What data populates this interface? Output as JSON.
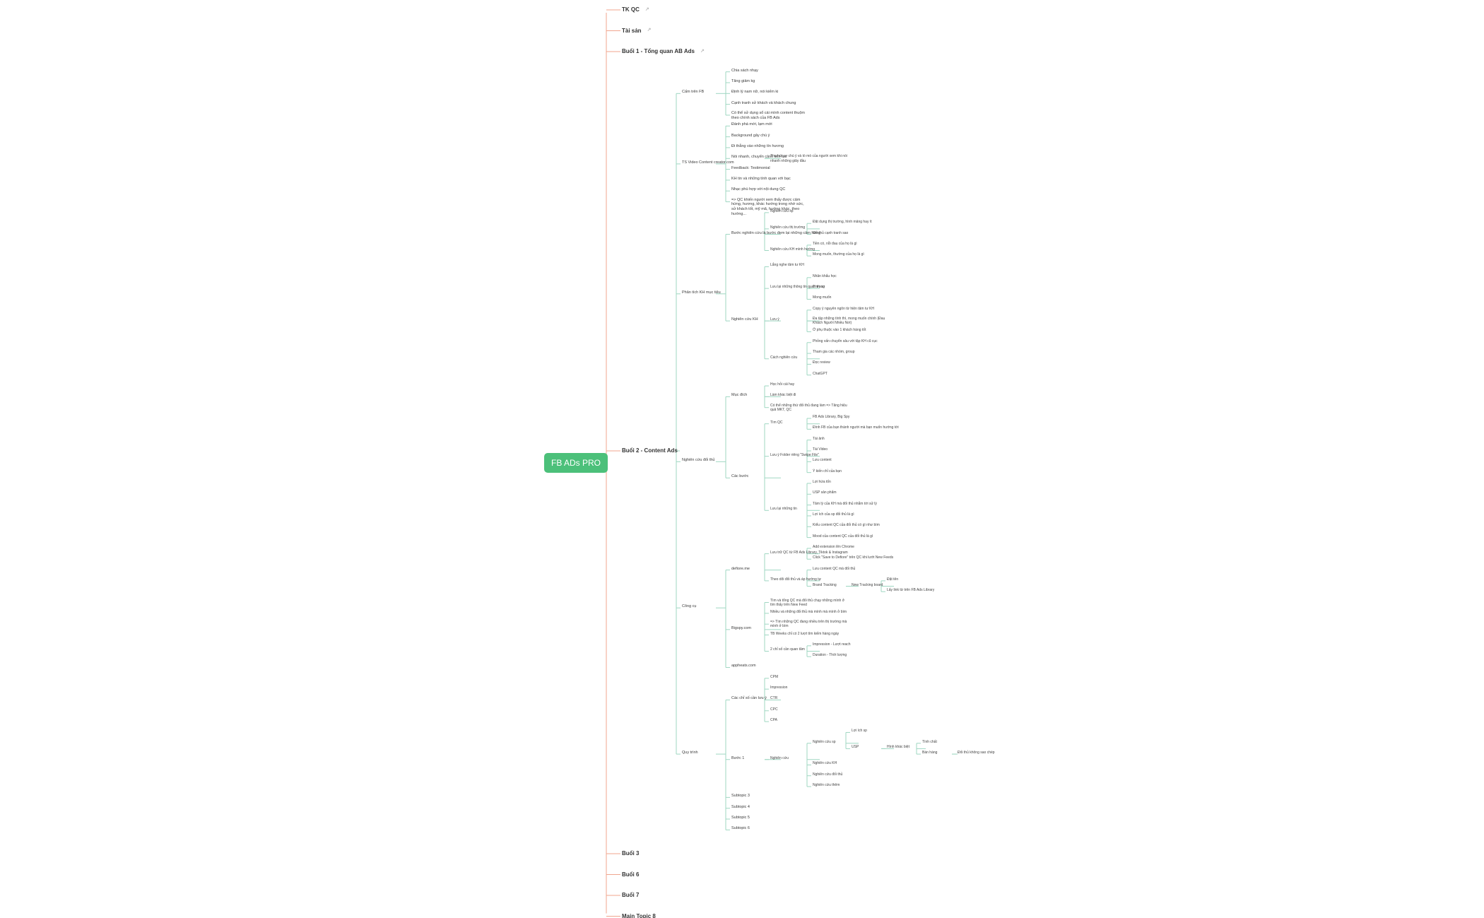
{
  "accent_root": "#4CC07A",
  "accent_main": "#F0A58E",
  "accent_sub": "#9FD7C2",
  "root": {
    "label": "FB ADs PRO"
  },
  "mindmap": {
    "label": "FB ADs PRO",
    "children": [
      {
        "label": "TK QC",
        "icon": "link-icon"
      },
      {
        "label": "Tài sản",
        "icon": "link-icon"
      },
      {
        "label": "Buổi 1 - Tổng quan AB Ads",
        "icon": "link-icon"
      },
      {
        "label": "Buổi 2 - Content Ads",
        "children": [
          {
            "label": "Cấm trên FB",
            "children": [
              {
                "label": "Chia sách nhạy"
              },
              {
                "label": "Tăng giảm kg"
              },
              {
                "label": "Định lý nam nữ, nói kiếm ki"
              },
              {
                "label": "Cạnh tranh sử khách và khách chung"
              },
              {
                "label": "Có thể sử dụng sổ cái mình content thuộm theo chính sách của FB Ads"
              }
            ]
          },
          {
            "label": "TS Video Content creator.com",
            "children": [
              {
                "label": "Đánh phá mới, lạm mới"
              },
              {
                "label": "Background gây chú ý"
              },
              {
                "label": "Đi thẳng vào những tín hương"
              },
              {
                "label": "Nói nhanh, chuyển cảnh liên tục",
                "children": [
                  {
                    "label": "Thu hút sự chú ý và tò mò của người xem khi nói nhanh những giây đầu"
                  }
                ]
              },
              {
                "label": "Feedback: Testimonial"
              },
              {
                "label": "KH tin và những tính quan với bạc"
              },
              {
                "label": "Nhạc phù hợp với nội dung QC"
              },
              {
                "label": "=> QC khiến người xem thấy được cảm hứng, hương, khác hướng trong nhớ sức, sử khách tốt, mỹ mã, hướng khác, theo hướng..."
              }
            ]
          },
          {
            "label": "Phân tích KH mục tiêu",
            "children": [
              {
                "label": "Bước nghiên cứu là bước đem lại những cảm hứng",
                "children": [
                  {
                    "label": "Nghiên cứu sp"
                  },
                  {
                    "label": "Nghiên cứu thị trường",
                    "children": [
                      {
                        "label": "Đặt dụng thị trường, hình mảng hay ít"
                      },
                      {
                        "label": "Đối thủ cạnh tranh sao"
                      }
                    ]
                  },
                  {
                    "label": "Nghiên cứu KH mình hướng",
                    "children": [
                      {
                        "label": "Tiền có, nỗi đau của họ là gì"
                      },
                      {
                        "label": "Mong muốn, thường của họ là gì"
                      }
                    ]
                  }
                ]
              },
              {
                "label": "Nghiên cứu KH",
                "children": [
                  {
                    "label": "Lắng nghe tâm tư KH"
                  },
                  {
                    "label": "Lưu lại những thông tin quan trọng",
                    "children": [
                      {
                        "label": "Nhân khẩu học"
                      },
                      {
                        "label": "Tính cơ"
                      },
                      {
                        "label": "Mong muốn"
                      }
                    ]
                  },
                  {
                    "label": "Lưu ý",
                    "children": [
                      {
                        "label": "Copy ý nguyên ngôn từ hiện tâm tư KH"
                      },
                      {
                        "label": "Đa tập những tính thì, mong muốn chính (Đau Khách Người Nhiều Nơi)"
                      },
                      {
                        "label": "Ở phụ thuộc vào 1 khách hàng tốt"
                      }
                    ]
                  },
                  {
                    "label": "Cách nghiên cứu",
                    "children": [
                      {
                        "label": "Phỏng vấn chuyển sâu với tập KH cũ cục"
                      },
                      {
                        "label": "Tham gia các nhóm, group"
                      },
                      {
                        "label": "Đọc review"
                      },
                      {
                        "label": "ChatGPT"
                      }
                    ]
                  }
                ]
              }
            ]
          },
          {
            "label": "Nghiên cứu đối thủ",
            "children": [
              {
                "label": "Mục đích",
                "children": [
                  {
                    "label": "Học hỏi cái hay"
                  },
                  {
                    "label": "Làm khác biệt đi"
                  },
                  {
                    "label": "Có thể những thứ đối thủ đang làm => Tăng hiệu quả MKT, QC"
                  }
                ]
              },
              {
                "label": "Các bước",
                "children": [
                  {
                    "label": "Tìm QC",
                    "children": [
                      {
                        "label": "FB Ads Library, Big Spy"
                      },
                      {
                        "label": "Đính FB của bạn thành người mà bạn muốn hướng tới"
                      }
                    ]
                  },
                  {
                    "label": "Lưu ý Folder riêng \"Swipe File\"",
                    "children": [
                      {
                        "label": "Tài ảnh"
                      },
                      {
                        "label": "Tài Video"
                      },
                      {
                        "label": "Lưu content"
                      },
                      {
                        "label": "Ý kiến chỉ của bạn"
                      }
                    ]
                  },
                  {
                    "label": "Lưu lại những tin",
                    "children": [
                      {
                        "label": "Lợi hứa tốn"
                      },
                      {
                        "label": "USP sản phẩm"
                      },
                      {
                        "label": "Tâm lý của KH mà đối thủ nhắm tới sử lý"
                      },
                      {
                        "label": "Lợi ích của sp đối thủ là gì"
                      },
                      {
                        "label": "Kiểu content QC của đối thủ có gì như bìm"
                      },
                      {
                        "label": "Mood của content QC của đối thủ là gì"
                      }
                    ]
                  }
                ]
              }
            ]
          },
          {
            "label": "Công cụ",
            "children": [
              {
                "label": "defiore.me",
                "children": [
                  {
                    "label": "Lưu trữ QC từ FB Ads Library, Tiktok & Instagram",
                    "children": [
                      {
                        "label": "Add extension lên Chrome"
                      },
                      {
                        "label": "Click \"Save to Defiore\" trên QC khi lướt New Feeds"
                      }
                    ]
                  },
                  {
                    "label": "Theo dõi đối thủ và áp hướng tự",
                    "children": [
                      {
                        "label": "Lưu content QC mà đối thủ"
                      },
                      {
                        "label": "Brand Tracking",
                        "children": [
                          {
                            "label": "New Tracking board",
                            "children": [
                              {
                                "label": "Đặt tên"
                              },
                              {
                                "label": "Lấy link từ trên FB Ads Library"
                              }
                            ]
                          }
                        ]
                      }
                    ]
                  }
                ]
              },
              {
                "label": "Bigspy.com",
                "children": [
                  {
                    "label": "Tìm và tổng QC mà đối thủ chạy những mình ở tìm thấy trên New Feed"
                  },
                  {
                    "label": "Nhiều và những đối thủ mà mình mà mình ở bìm"
                  },
                  {
                    "label": "=> Tìm những QC đang nhiều trên thị trường mà mình ở bìm"
                  },
                  {
                    "label": "TB Weeks chỉ có 2 lượt tìm kiếm hàng ngày"
                  },
                  {
                    "label": "2 chỉ số cần quan tâm",
                    "children": [
                      {
                        "label": "Impression - Lượt reach"
                      },
                      {
                        "label": "Duration - Thời lượng"
                      }
                    ]
                  }
                ]
              },
              {
                "label": "appheats.com"
              }
            ]
          },
          {
            "label": "Quy trình",
            "children": [
              {
                "label": "Các chỉ số cần lưu ý",
                "children": [
                  {
                    "label": "CPM"
                  },
                  {
                    "label": "Impression"
                  },
                  {
                    "label": "CTR"
                  },
                  {
                    "label": "CPC"
                  },
                  {
                    "label": "CPA"
                  }
                ]
              },
              {
                "label": "Bước 1",
                "children": [
                  {
                    "label": "Nghiên cứu",
                    "children": [
                      {
                        "label": "Nghiên cứu sp",
                        "children": [
                          {
                            "label": "Lợi ích sp"
                          },
                          {
                            "label": "USP",
                            "children": [
                              {
                                "label": "Hình khác biệt",
                                "children": [
                                  {
                                    "label": "Tính chất"
                                  },
                                  {
                                    "label": "Bán hàng",
                                    "children": [
                                      {
                                        "label": "Đối thủ không sao chép"
                                      }
                                    ]
                                  }
                                ]
                              }
                            ]
                          }
                        ]
                      },
                      {
                        "label": "Nghiên cứu KH"
                      },
                      {
                        "label": "Nghiên cứu đối thủ"
                      },
                      {
                        "label": "Nghiên cứu thêm"
                      }
                    ]
                  }
                ]
              },
              {
                "label": "Subtopic 3"
              },
              {
                "label": "Subtopic 4"
              },
              {
                "label": "Subtopic 5"
              },
              {
                "label": "Subtopic 6"
              }
            ]
          }
        ]
      },
      {
        "label": "Buổi 3"
      },
      {
        "label": "Buổi 6"
      },
      {
        "label": "Buổi 7"
      },
      {
        "label": "Main Topic 8"
      }
    ]
  }
}
